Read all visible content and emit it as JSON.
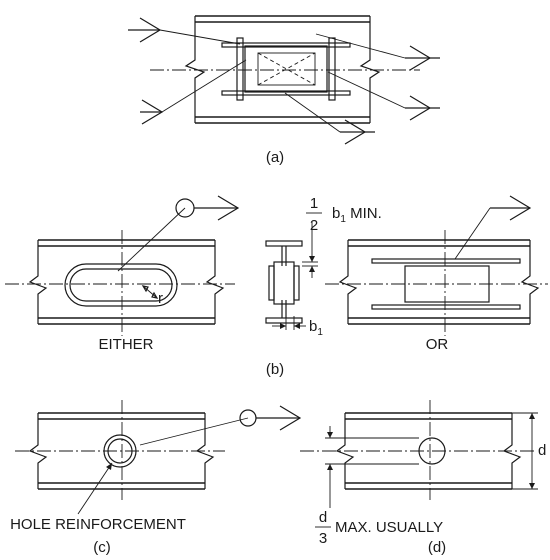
{
  "captions": {
    "a": "(a)",
    "b": "(b)",
    "c": "(c)",
    "d": "(d)"
  },
  "labels": {
    "either": "EITHER",
    "or": "OR",
    "r": "r",
    "b1": "b",
    "b1_sub": "1",
    "frac_num": "1",
    "frac_den": "2",
    "b1_min_b": "b",
    "b1_min_sub": "1",
    "b1_min_text": " MIN.",
    "hole_reinforcement": "HOLE REINFORCEMENT",
    "d": "d",
    "d3_num": "d",
    "d3_den": "3",
    "max_usually": "MAX. USUALLY"
  }
}
